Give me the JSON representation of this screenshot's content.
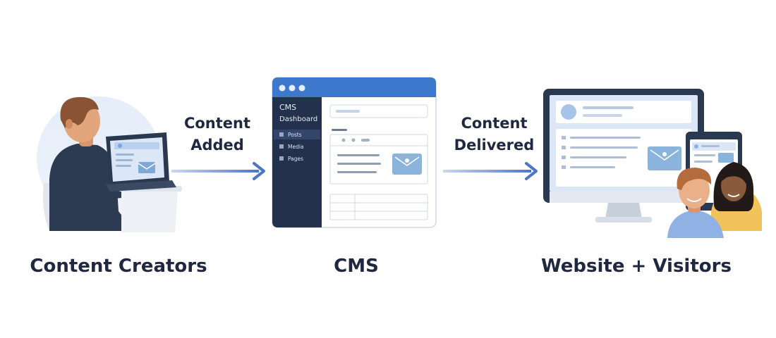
{
  "nodes": [
    {
      "label": "Content Creators"
    },
    {
      "label": "CMS"
    },
    {
      "label": "Website + Visitors"
    }
  ],
  "edges": [
    {
      "line1": "Content",
      "line2": "Added"
    },
    {
      "line1": "Content",
      "line2": "Delivered"
    }
  ],
  "cms_window": {
    "sidebar_title_line1": "CMS",
    "sidebar_title_line2": "Dashboard",
    "sidebar_items": [
      "Posts",
      "Media",
      "Pages"
    ]
  },
  "colors": {
    "accent_blue": "#3d78cc",
    "sidebar_dark": "#23314d",
    "arrow_blue": "#4c76c8",
    "text_dark": "#1f2840"
  }
}
